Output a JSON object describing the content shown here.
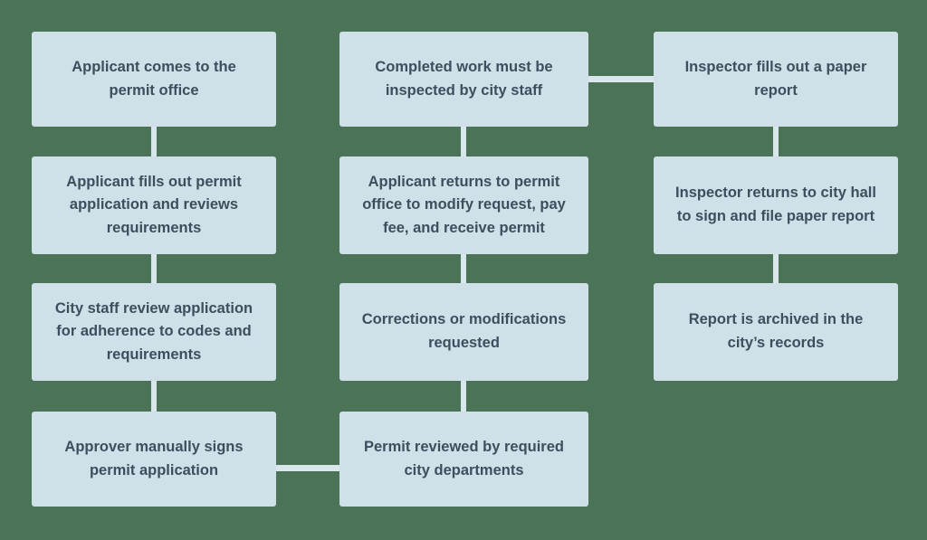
{
  "diagram": {
    "type": "flowchart",
    "background_color": "#4a7358",
    "node_fill_color": "#cfe0e8",
    "node_text_color": "#3d4f5e",
    "connector_color": "#d9e6ec",
    "nodes": [
      {
        "id": 0,
        "label": "Applicant comes to the permit office",
        "column": 1,
        "row": 1
      },
      {
        "id": 1,
        "label": "Applicant fills out permit application and reviews requirements",
        "column": 1,
        "row": 2
      },
      {
        "id": 2,
        "label": "City staff review application for adherence to codes and requirements",
        "column": 1,
        "row": 3
      },
      {
        "id": 3,
        "label": "Approver manually signs permit application",
        "column": 1,
        "row": 4
      },
      {
        "id": 4,
        "label": "Completed work must be inspected by city staff",
        "column": 2,
        "row": 1
      },
      {
        "id": 5,
        "label": "Applicant returns to permit office to modify request, pay fee, and receive permit",
        "column": 2,
        "row": 2
      },
      {
        "id": 6,
        "label": "Corrections or modifications requested",
        "column": 2,
        "row": 3
      },
      {
        "id": 7,
        "label": "Permit reviewed by required city departments",
        "column": 2,
        "row": 4
      },
      {
        "id": 8,
        "label": "Inspector fills out a paper report",
        "column": 3,
        "row": 1
      },
      {
        "id": 9,
        "label": "Inspector returns to city hall to sign and file paper report",
        "column": 3,
        "row": 2
      },
      {
        "id": 10,
        "label": "Report is archived in the city’s records",
        "column": 3,
        "row": 3
      }
    ],
    "edges": [
      {
        "from": 0,
        "to": 1
      },
      {
        "from": 1,
        "to": 2
      },
      {
        "from": 2,
        "to": 3
      },
      {
        "from": 3,
        "to": 7
      },
      {
        "from": 7,
        "to": 6
      },
      {
        "from": 6,
        "to": 5
      },
      {
        "from": 5,
        "to": 4
      },
      {
        "from": 4,
        "to": 8
      },
      {
        "from": 8,
        "to": 9
      },
      {
        "from": 9,
        "to": 10
      }
    ]
  }
}
